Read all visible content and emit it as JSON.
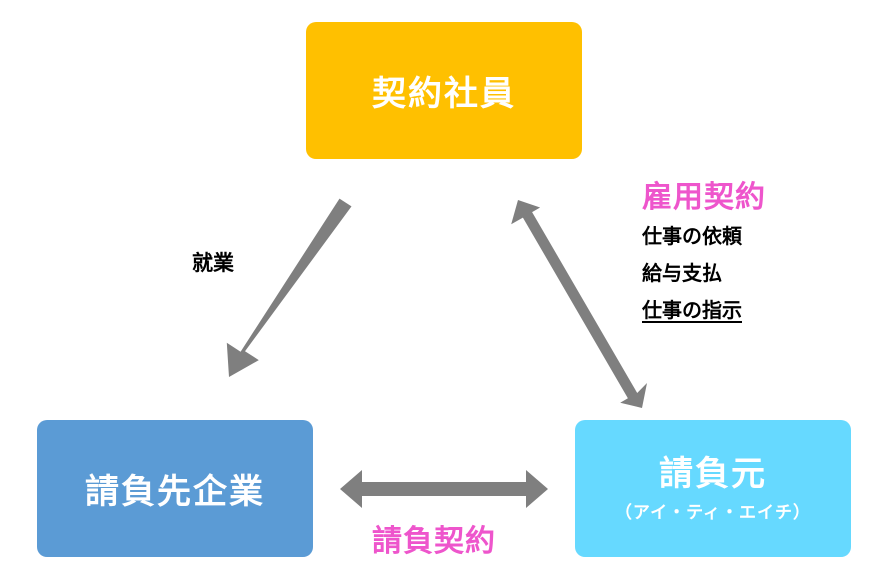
{
  "boxes": {
    "contract_employee": "契約社員",
    "client_company": "請負先企業",
    "contractor": "請負元",
    "contractor_sub": "（アイ・ティ・エイチ）"
  },
  "labels": {
    "work": "就業",
    "subcontract": "請負契約",
    "employment": "雇用契約",
    "employment_items": [
      "仕事の依頼",
      "給与支払",
      "仕事の指示"
    ]
  },
  "colors": {
    "contract_employee_box": "#ffc000",
    "client_company_box": "#5b9bd5",
    "contractor_box": "#66d9ff",
    "arrow": "#7f7f7f",
    "contract_label": "#ee55cc"
  }
}
